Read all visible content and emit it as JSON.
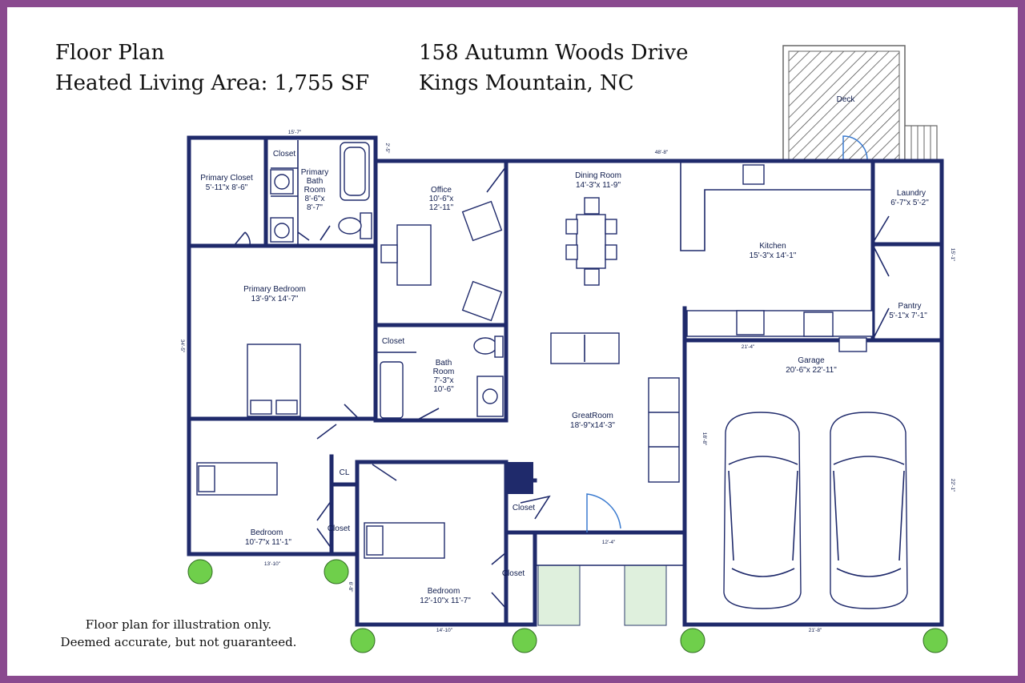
{
  "header": {
    "left_line1": "Floor Plan",
    "left_line2": "Heated Living Area: 1,755 SF",
    "right_line1": "158 Autumn Woods Drive",
    "right_line2": "Kings Mountain, NC"
  },
  "disclaimer": {
    "line1": "Floor plan for illustration only.",
    "line2": "Deemed accurate, but not guaranteed."
  },
  "rooms": {
    "deck": "Deck",
    "primary_closet": {
      "name": "Primary Closet",
      "size": "5'-11\"x 8'-6\""
    },
    "closet_small": "Closet",
    "primary_bath": {
      "name1": "Primary",
      "name2": "Bath",
      "name3": "Room",
      "size1": "8'-6\"x",
      "size2": "8'-7\""
    },
    "office": {
      "name": "Office",
      "size1": "10'-6\"x",
      "size2": "12'-11\""
    },
    "dining": {
      "name": "Dining Room",
      "size": "14'-3\"x 11-9\""
    },
    "kitchen": {
      "name": "Kitchen",
      "size": "15'-3\"x 14'-1\""
    },
    "laundry": {
      "name": "Laundry",
      "size": "6'-7\"x 5'-2\""
    },
    "pantry": {
      "name": "Pantry",
      "size": "5'-1\"x 7'-1\""
    },
    "primary_bedroom": {
      "name": "Primary Bedroom",
      "size": "13'-9\"x 14'-7\""
    },
    "bath_closet": "Closet",
    "bath": {
      "name1": "Bath",
      "name2": "Room",
      "size1": "7'-3\"x",
      "size2": "10'-6\""
    },
    "garage": {
      "name": "Garage",
      "size": "20'-6\"x 22'-11\""
    },
    "great_room": {
      "name": "GreatRoom",
      "size": "18'-9\"x14'-3\""
    },
    "cl": "CL",
    "bedroom_left": {
      "name": "Bedroom",
      "size": "10'-7\"x 11'-1\""
    },
    "bedroom_left_closet": "Closet",
    "closet_mid": "Closet",
    "bedroom_center": {
      "name": "Bedroom",
      "size": "12'-10\"x 11'-7\""
    },
    "closet_lower": "Closet"
  },
  "dimensions": {
    "top_primary": "15'-7\"",
    "top_jog": "2'-5\"",
    "top_main": "48'-8\"",
    "left_side": "34'-5\"",
    "right_side_upper": "15'-1\"",
    "garage_top": "21'-4\"",
    "garage_left": "18'-8\"",
    "garage_right": "22'-1\"",
    "porch": "12'-4\"",
    "bottom_left": "13'-10\"",
    "bottom_center": "14'-10\"",
    "bottom_garage": "21'-8\"",
    "jog_left": "6'-8\""
  }
}
